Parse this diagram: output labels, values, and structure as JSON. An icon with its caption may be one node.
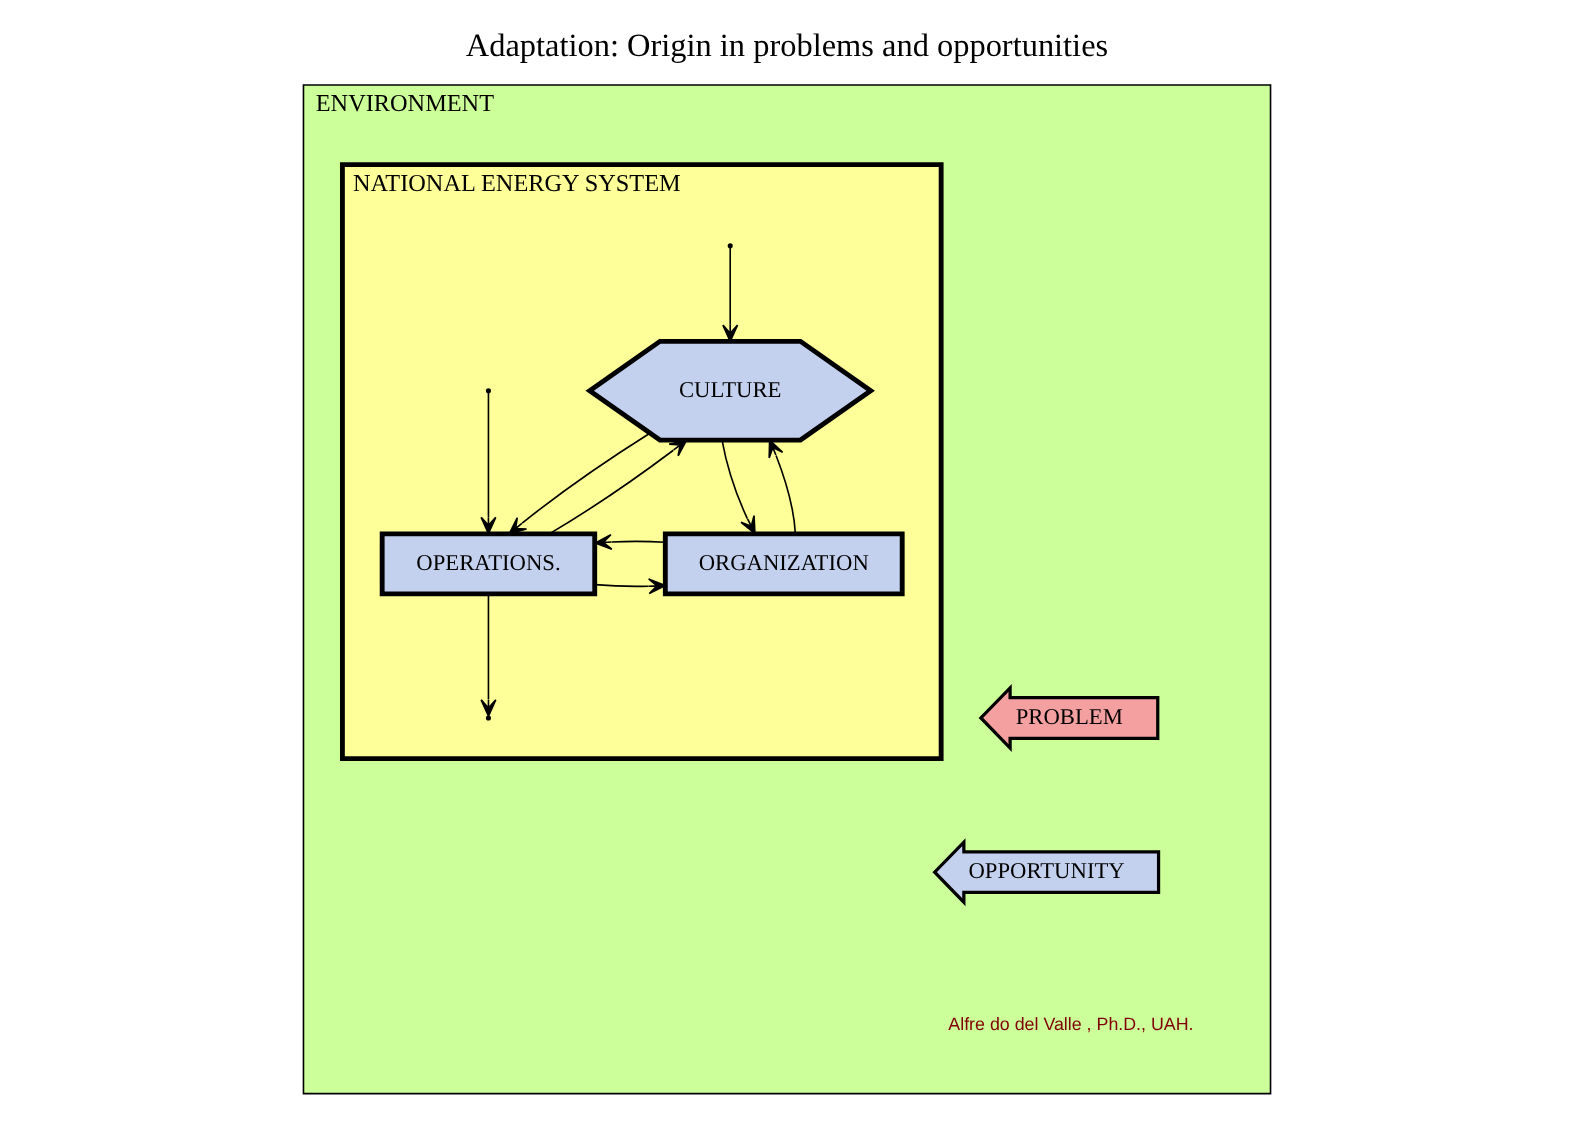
{
  "diagram": {
    "title": "Adaptation: Origin in problems and opportunities",
    "nodes": [
      {
        "text": [
          "ENVIRONMENT"
        ]
      },
      {
        "text": [
          "NATIONAL ENERGY SYSTEM"
        ],
        "in": 0
      },
      {
        "text": [
          "CULTURE"
        ],
        "in": 1
      },
      {
        "text": [
          "ORGANIZATION"
        ],
        "in": 1
      },
      {
        "text": [
          "OPERATIONS."
        ],
        "in": 1
      },
      {
        "text": [
          "PROBLEM"
        ],
        "in": 0
      },
      {
        "text": [
          "OPPORTUNITY"
        ],
        "in": 0
      }
    ],
    "edges": [
      {
        "from": 2,
        "to": 3,
        "arrow": "to"
      },
      {
        "from": 3,
        "to": 2,
        "arrow": "to"
      },
      {
        "from": 2,
        "to": 4,
        "arrow": "to"
      },
      {
        "from": 4,
        "to": 2,
        "arrow": "to"
      },
      {
        "from": 4,
        "to": 3,
        "arrow": "to"
      },
      {
        "from": 3,
        "to": 4,
        "arrow": "to"
      },
      {
        "from": null,
        "to": 2,
        "arrow": "to"
      },
      {
        "from": null,
        "to": 4,
        "arrow": "to"
      },
      {
        "from": 4,
        "to": null,
        "arrow": "to"
      }
    ],
    "labels": [
      "Alfre do del Valle , Ph.D., UAH."
    ]
  }
}
